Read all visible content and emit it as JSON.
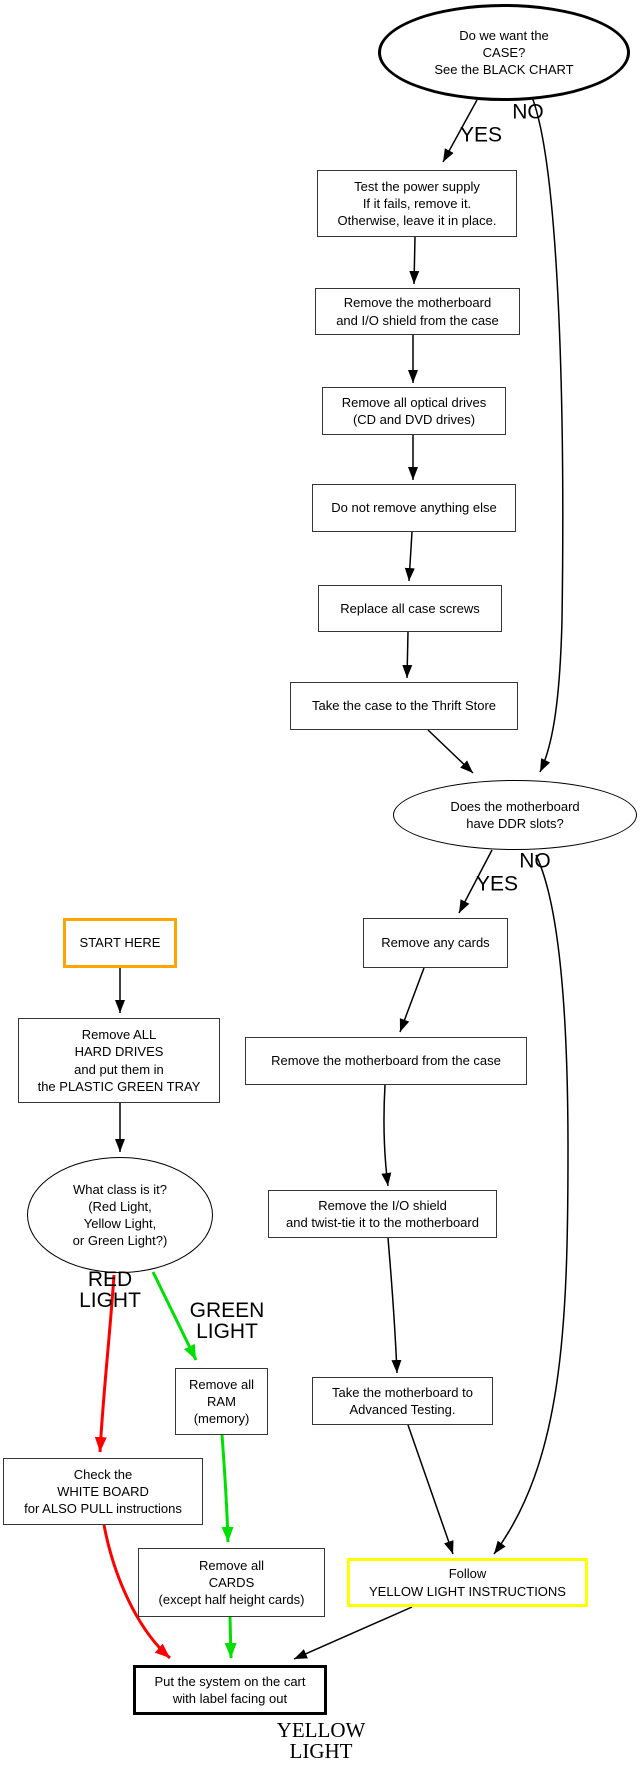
{
  "nodes": {
    "want_case": {
      "text": "Do we want the\nCASE?\nSee the BLACK CHART"
    },
    "test_psu": {
      "text": "Test the power supply\nIf it fails, remove it.\nOtherwise, leave it in place."
    },
    "remove_mobo_io": {
      "text": "Remove the motherboard\nand I/O shield from the case"
    },
    "remove_optical": {
      "text": "Remove all optical drives\n(CD and DVD drives)"
    },
    "nothing_else": {
      "text": "Do not remove anything else"
    },
    "replace_screws": {
      "text": "Replace all case screws"
    },
    "thrift_store": {
      "text": "Take the case to the Thrift Store"
    },
    "ddr_slots": {
      "text": "Does the motherboard\nhave DDR slots?"
    },
    "remove_any_cards": {
      "text": "Remove any cards"
    },
    "start_here": {
      "text": "START HERE"
    },
    "remove_hdd": {
      "text": "Remove ALL\nHARD DRIVES\nand put them in\nthe PLASTIC GREEN TRAY"
    },
    "what_class": {
      "text": "What class is it?\n(Red Light,\nYellow Light,\nor Green Light?)"
    },
    "remove_mobo_case": {
      "text": "Remove the motherboard from the case"
    },
    "remove_io_twist": {
      "text": "Remove the I/O shield\nand twist-tie it to the motherboard"
    },
    "advanced_testing": {
      "text": "Take the motherboard to\nAdvanced Testing."
    },
    "remove_ram": {
      "text": "Remove all\nRAM\n(memory)"
    },
    "white_board": {
      "text": "Check the\nWHITE BOARD\nfor ALSO PULL instructions"
    },
    "remove_cards": {
      "text": "Remove all\nCARDS\n(except half height cards)"
    },
    "follow_yellow": {
      "text": "Follow\nYELLOW LIGHT INSTRUCTIONS"
    },
    "cart": {
      "text": "Put the system on the cart\nwith label facing out"
    }
  },
  "edge_labels": {
    "yes_case": "YES",
    "no_case": "NO",
    "yes_ddr": "YES",
    "no_ddr": "NO",
    "red_light": "RED\nLIGHT",
    "green_light": "GREEN\nLIGHT",
    "yellow_light": "YELLOW\nLIGHT"
  },
  "colors": {
    "start_border": "#FFA500",
    "yellow_border": "#FFFF00",
    "red_edge": "#FF0000",
    "green_edge": "#00E000",
    "black_edge": "#000000",
    "node_fill": "#FFFFFF"
  }
}
